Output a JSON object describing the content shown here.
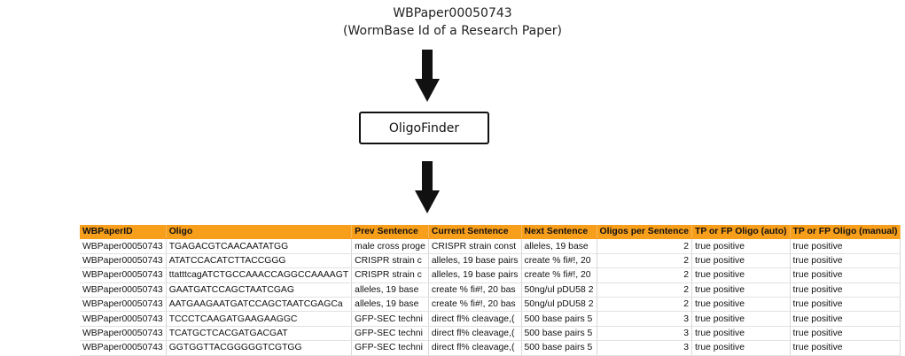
{
  "header": {
    "paper_id": "WBPaper00050743",
    "paper_desc": "(WormBase Id of a Research Paper)"
  },
  "process_box": {
    "label": "OligoFinder"
  },
  "table": {
    "columns": [
      "WBPaperID",
      "Oligo",
      "Prev Sentence",
      "Current Sentence",
      "Next Sentence",
      "Oligos per Sentence",
      "TP or FP Oligo (auto)",
      "TP or FP Oligo (manual)"
    ],
    "rows": [
      [
        "WBPaper00050743",
        "TGAGACGTCAACAATATGG",
        "male cross proge",
        "CRISPR strain const",
        "alleles, 19 base ",
        "2",
        "true positive",
        "true positive"
      ],
      [
        "WBPaper00050743",
        "ATATCCACATCTTACCGGG",
        "CRISPR strain c",
        "alleles, 19 base pairs",
        "create % fi#!, 20",
        "2",
        "true positive",
        "true positive"
      ],
      [
        "WBPaper00050743",
        "ttatttcagATCTGCCAAACCAGGCCAAAAGT",
        "CRISPR strain c",
        "alleles, 19 base pairs",
        "create % fi#!, 20",
        "2",
        "true positive",
        "true positive"
      ],
      [
        "WBPaper00050743",
        "GAATGATCCAGCTAATCGAG",
        "alleles, 19 base ",
        "create % fi#!, 20 bas",
        "50ng/ul pDU58 2",
        "2",
        "true positive",
        "true positive"
      ],
      [
        "WBPaper00050743",
        "AATGAAGAATGATCCAGCTAATCGAGCa",
        "alleles, 19 base ",
        "create % fi#!, 20 bas",
        "50ng/ul pDU58 2",
        "2",
        "true positive",
        "true positive"
      ],
      [
        "WBPaper00050743",
        "TCCCTCAAGATGAAGAAGGC",
        "GFP-SEC techni",
        "direct fl% cleavage,(",
        "500 base pairs 5",
        "3",
        "true positive",
        "true positive"
      ],
      [
        "WBPaper00050743",
        "TCATGCTCACGATGACGAT",
        "GFP-SEC techni",
        "direct fl% cleavage,(",
        "500 base pairs 5",
        "3",
        "true positive",
        "true positive"
      ],
      [
        "WBPaper00050743",
        "GGTGGTTACGGGGGTCGTGG",
        "GFP-SEC techni",
        "direct fl% cleavage,(",
        "500 base pairs 5",
        "3",
        "true positive",
        "true positive"
      ]
    ]
  },
  "colors": {
    "header_bg": "#f79e1b",
    "arrow": "#111111"
  }
}
